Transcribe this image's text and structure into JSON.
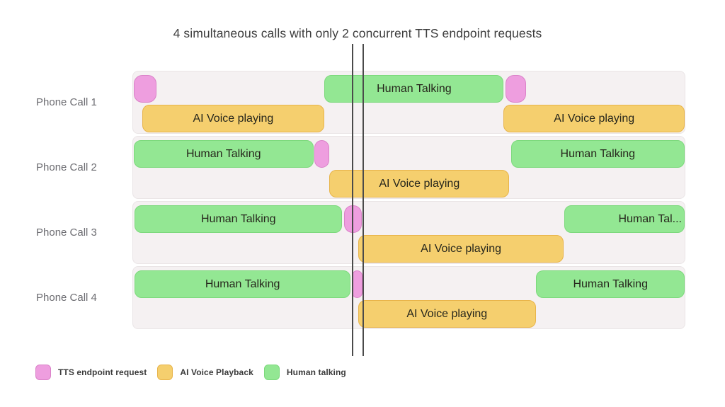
{
  "title": "4 simultaneous calls with only 2 concurrent TTS endpoint requests",
  "colors": {
    "tts": {
      "fill": "#EE9EDF",
      "border": "#DA82C8"
    },
    "ai": {
      "fill": "#F5CF6E",
      "border": "#E8B44A"
    },
    "human": {
      "fill": "#93E793",
      "border": "#7CD97C"
    },
    "row_bg": "#F5F1F2",
    "row_border": "#EAE5E6",
    "marker_line": "#4A4A4A"
  },
  "chart_data": {
    "type": "timeline",
    "unit": "percent_of_timeline",
    "concurrency_marker_lines": [
      39.7,
      41.6
    ],
    "rows": [
      {
        "label": "Phone Call 1",
        "bars": [
          {
            "type": "tts",
            "track": "top",
            "label": "",
            "start": 0.1,
            "end": 4.2
          },
          {
            "type": "human",
            "track": "top",
            "label": "Human Talking",
            "start": 34.7,
            "end": 67.2
          },
          {
            "type": "tts",
            "track": "top",
            "label": "",
            "start": 67.5,
            "end": 71.3
          },
          {
            "type": "ai",
            "track": "bottom",
            "label": "AI Voice playing",
            "start": 1.7,
            "end": 34.6
          },
          {
            "type": "ai",
            "track": "bottom",
            "label": "AI Voice playing",
            "start": 67.2,
            "end": 100
          }
        ]
      },
      {
        "label": "Phone Call 2",
        "bars": [
          {
            "type": "human",
            "track": "top",
            "label": "Human Talking",
            "start": 0.1,
            "end": 32.7
          },
          {
            "type": "tts",
            "track": "top",
            "label": "",
            "start": 32.8,
            "end": 35.6
          },
          {
            "type": "human",
            "track": "top",
            "label": "Human Talking",
            "start": 68.5,
            "end": 100
          },
          {
            "type": "ai",
            "track": "bottom",
            "label": "AI Voice playing",
            "start": 35.6,
            "end": 68.2
          }
        ]
      },
      {
        "label": "Phone Call 3",
        "bars": [
          {
            "type": "human",
            "track": "top",
            "label": "Human Talking",
            "start": 0.3,
            "end": 37.9
          },
          {
            "type": "tts",
            "track": "top",
            "label": "",
            "start": 38.3,
            "end": 41.5
          },
          {
            "type": "human",
            "track": "top",
            "label": "Human Tal...",
            "start": 78.2,
            "end": 100,
            "align": "right"
          },
          {
            "type": "ai",
            "track": "bottom",
            "label": "AI Voice playing",
            "start": 40.8,
            "end": 78.1
          }
        ]
      },
      {
        "label": "Phone Call 4",
        "bars": [
          {
            "type": "human",
            "track": "top",
            "label": "Human Talking",
            "start": 0.3,
            "end": 39.4
          },
          {
            "type": "tts",
            "track": "top",
            "label": "",
            "start": 39.7,
            "end": 41.6
          },
          {
            "type": "human",
            "track": "top",
            "label": "Human Talking",
            "start": 73.1,
            "end": 100
          },
          {
            "type": "ai",
            "track": "bottom",
            "label": "AI Voice playing",
            "start": 40.8,
            "end": 73.0
          }
        ]
      }
    ]
  },
  "legend": [
    {
      "type": "tts",
      "label": "TTS endpoint request"
    },
    {
      "type": "ai",
      "label": "AI Voice Playback"
    },
    {
      "type": "human",
      "label": "Human talking"
    }
  ]
}
